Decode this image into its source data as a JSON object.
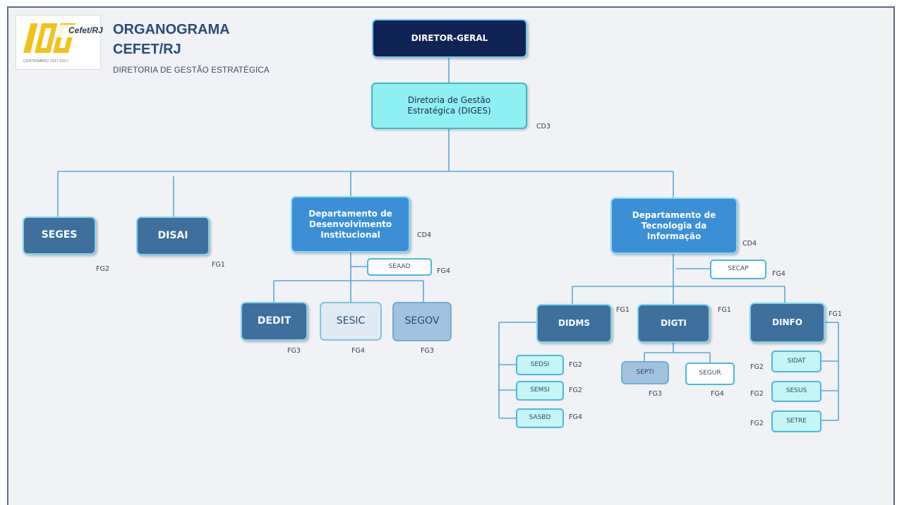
{
  "logo": {
    "mark": "100",
    "name": "Cefet/RJ",
    "footer": "CENTENÁRIO 1917-2017"
  },
  "header": {
    "title_line1": "ORGANOGRAMA",
    "title_line2": "CEFET/RJ",
    "subtitle": "DIRETORIA DE GESTÃO ESTRATÉGICA"
  },
  "colors": {
    "navy": "#0f2454",
    "cyan": "#8ff0f4",
    "steel": "#3f6f9c",
    "bright_blue": "#3b8fd6",
    "connector": "#5aa7d6",
    "title": "#2b4a78"
  },
  "nodes": {
    "diretor_geral": "DIRETOR-GERAL",
    "diges": {
      "line1": "Diretoria de Gestão",
      "line2": "Estratégica (DIGES)",
      "code": "CD3"
    },
    "seges": {
      "name": "SEGES",
      "code": "FG2"
    },
    "disai": {
      "name": "DISAI",
      "code": "FG1"
    },
    "ddi": {
      "line1": "Departamento de",
      "line2": "Desenvolvimento",
      "line3": "Institucional",
      "code": "CD4"
    },
    "seaad": {
      "name": "SEAAD",
      "code": "FG4"
    },
    "dedit": {
      "name": "DEDIT",
      "code": "FG3"
    },
    "sesic": {
      "name": "SESIC",
      "code": "FG4"
    },
    "segov": {
      "name": "SEGOV",
      "code": "FG3"
    },
    "dti": {
      "line1": "Departamento de",
      "line2": "Tecnologia da",
      "line3": "Informação",
      "code": "CD4"
    },
    "secap": {
      "name": "SECAP",
      "code": "FG4"
    },
    "didms": {
      "name": "DIDMS",
      "code": "FG1"
    },
    "digti": {
      "name": "DIGTI",
      "code": "FG1"
    },
    "dinfo": {
      "name": "DINFO",
      "code": "FG1"
    },
    "sedsi": {
      "name": "SEDSI",
      "code": "FG2"
    },
    "semsi": {
      "name": "SEMSI",
      "code": "FG2"
    },
    "sasbd": {
      "name": "SASBD",
      "code": "FG4"
    },
    "septi": {
      "name": "SEPTI",
      "code": "FG3"
    },
    "segur": {
      "name": "SEGUR",
      "code": "FG4"
    },
    "sidat": {
      "name": "SIDAT",
      "code": "FG2"
    },
    "sesus": {
      "name": "SESUS",
      "code": "FG2"
    },
    "setre": {
      "name": "SETRE",
      "code": "FG2"
    }
  }
}
